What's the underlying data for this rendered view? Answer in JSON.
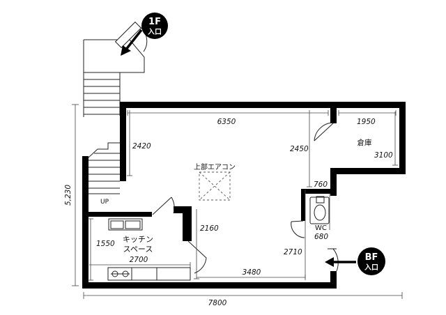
{
  "entrances": {
    "first_floor": {
      "line1": "1F",
      "line2": "入口"
    },
    "basement": {
      "line1": "BF",
      "line2": "入口"
    }
  },
  "rooms": {
    "storage": "倉庫",
    "kitchen_line1": "キッチン",
    "kitchen_line2": "スペース",
    "wc": "WC",
    "aircon": "上部エアコン",
    "stairs_up": "UP"
  },
  "dimensions": {
    "total_width": "7800",
    "total_height": "5,230",
    "main_width": "6350",
    "left_height": "2420",
    "main_height_right": "2450",
    "storage_width": "1950",
    "storage_height": "3100",
    "wc_gap": "760",
    "partition_height": "2160",
    "kitchen_height": "1550",
    "kitchen_width": "2700",
    "lower_width": "3480",
    "right_lower_height": "2710",
    "wc_width": "680"
  }
}
